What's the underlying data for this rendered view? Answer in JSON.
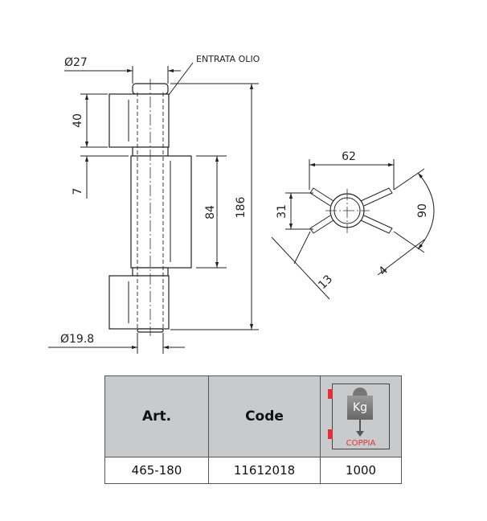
{
  "drawing": {
    "labels": {
      "oil_inlet": "ENTRATA OLIO",
      "dia_top": "Ø27",
      "dia_bottom": "Ø19.8",
      "h_knuckle": "40",
      "gap": "7",
      "h_leaf": "84",
      "h_total": "186",
      "width": "62",
      "half_height": "31",
      "angle": "90",
      "offset": "13",
      "thickness": "4"
    }
  },
  "table": {
    "headers": [
      "Art.",
      "Code"
    ],
    "icon": {
      "text": "Kg",
      "caption": "COPPIA",
      "accent": "#e0303a"
    },
    "row": [
      "465-180",
      "11612018",
      "1000"
    ]
  }
}
